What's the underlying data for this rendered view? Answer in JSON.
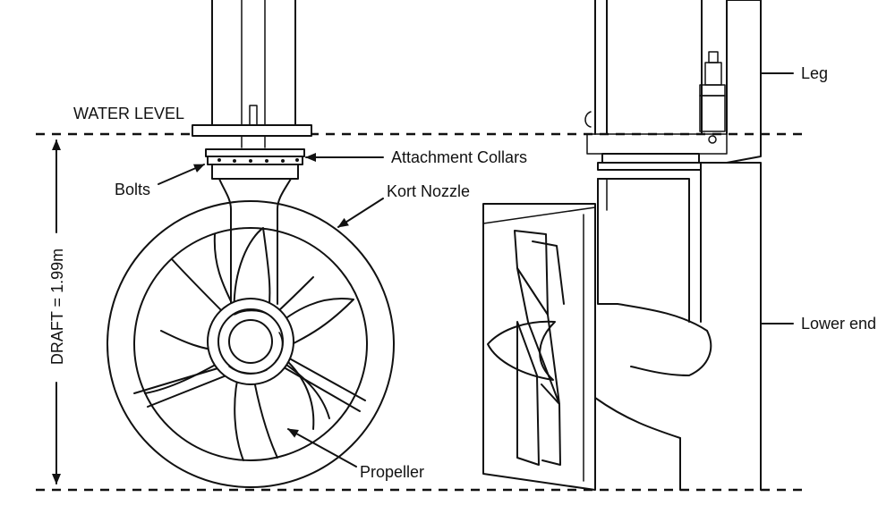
{
  "labels": {
    "water_level": "WATER LEVEL",
    "attachment_collars": "Attachment Collars",
    "bolts": "Bolts",
    "kort_nozzle": "Kort Nozzle",
    "propeller": "Propeller",
    "draft": "DRAFT = 1.99m",
    "leg": "Leg",
    "lower_end": "Lower end"
  },
  "colors": {
    "ink": "#111111",
    "background": "#ffffff"
  }
}
